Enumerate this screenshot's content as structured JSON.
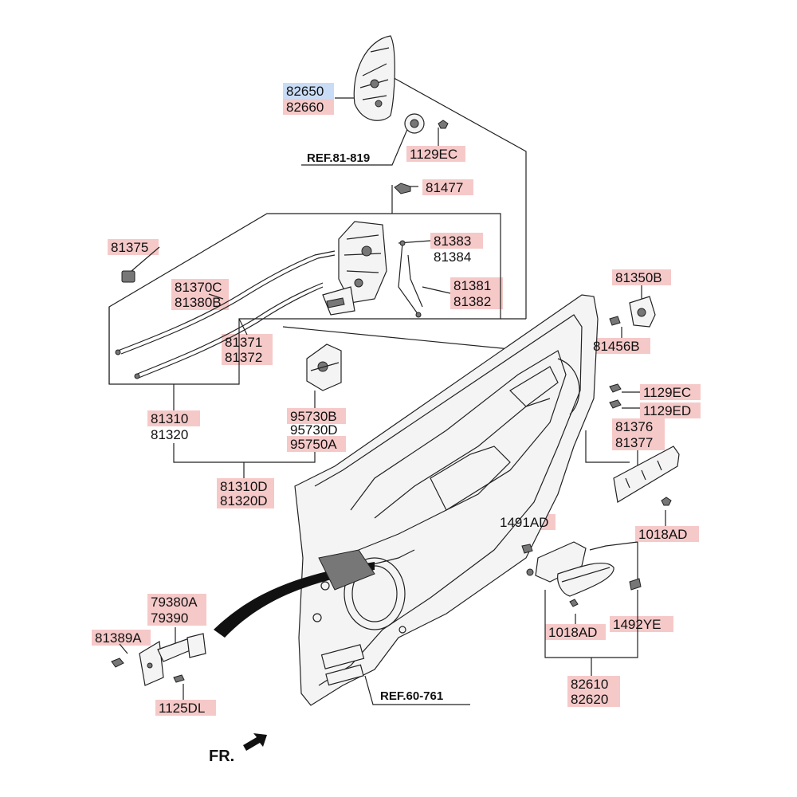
{
  "title": "",
  "labels": {
    "p82650": "82650",
    "p82660": "82660",
    "ref81": "REF.81-819",
    "p1129ec_top": "1129EC",
    "p81477": "81477",
    "p81375": "81375",
    "p81383": "81383",
    "p81384": "81384",
    "p81370c": "81370C",
    "p81380b": "81380B",
    "p81381": "81381",
    "p81382": "81382",
    "p81371": "81371",
    "p81372": "81372",
    "p81310": "81310",
    "p81320": "81320",
    "p95730b": "95730B",
    "p95730d": "95730D",
    "p95750a": "95750A",
    "p81310d": "81310D",
    "p81320d": "81320D",
    "p81350b": "81350B",
    "p81456b": "81456B",
    "p1129ec": "1129EC",
    "p1129ed": "1129ED",
    "p81376": "81376",
    "p81377": "81377",
    "p1491ad": "1491AD",
    "p1018ad_r": "1018AD",
    "p1018ad_l": "1018AD",
    "p1492ye": "1492YE",
    "p82610": "82610",
    "p82620": "82620",
    "p79380a": "79380A",
    "p79390": "79390",
    "p81389a": "81389A",
    "p1125dl": "1125DL",
    "ref60": "REF.60-761",
    "fr": "FR."
  },
  "colors": {
    "highlight": "#f6c9c9",
    "highlight_blue": "#c9dcf6",
    "line": "#222222"
  }
}
